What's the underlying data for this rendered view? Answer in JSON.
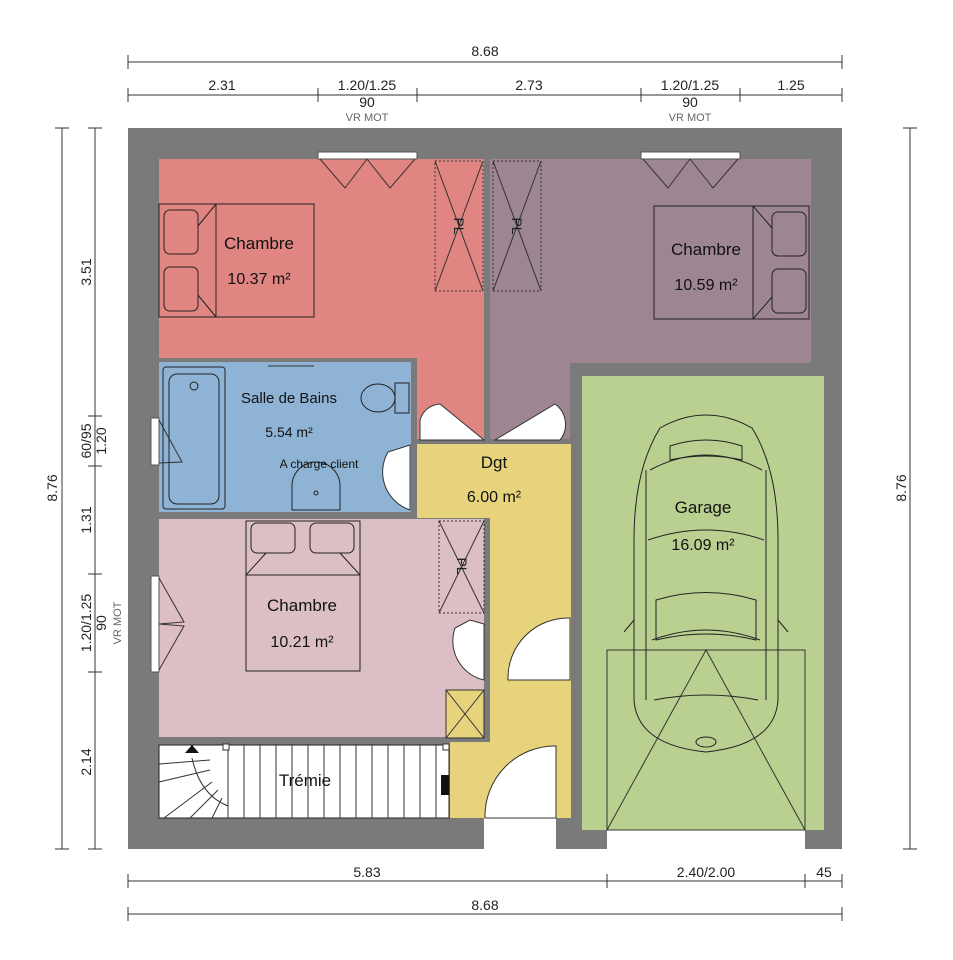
{
  "colors": {
    "wall": "#7a7a7a",
    "chambre_nw": "#e08582",
    "chambre_ne": "#9d8592",
    "salle_de_bains": "#8fb3d4",
    "dgt": "#e6d37c",
    "garage": "#b9d091",
    "chambre_sw": "#dcbfc4",
    "escalier": "#ffffff"
  },
  "dimensions": {
    "top_total": "8.68",
    "top_segments": [
      "2.31",
      "1.20/1.25",
      "2.73",
      "1.20/1.25",
      "1.25"
    ],
    "window_top_1": {
      "size": "90",
      "type": "VR MOT"
    },
    "window_top_2": {
      "size": "90",
      "type": "VR MOT"
    },
    "left_total": "8.76",
    "right_total": "8.76",
    "left_segments": [
      "3.51",
      "1.20",
      "60/95",
      "1.31",
      "1.20/1.25",
      "2.14"
    ],
    "window_left": {
      "size": "90",
      "type": "VR MOT"
    },
    "bottom_segments": [
      "5.83",
      "2.40/2.00",
      "45"
    ],
    "bottom_total": "8.68"
  },
  "rooms": {
    "chambre_nw": {
      "name": "Chambre",
      "area": "10.37 m²"
    },
    "chambre_ne": {
      "name": "Chambre",
      "area": "10.59 m²"
    },
    "salle_de_bains": {
      "name": "Salle de Bains",
      "area": "5.54 m²",
      "note": "A charge client"
    },
    "dgt": {
      "name": "Dgt",
      "area": "6.00 m²"
    },
    "garage": {
      "name": "Garage",
      "area": "16.09 m²"
    },
    "chambre_sw": {
      "name": "Chambre",
      "area": "10.21 m²"
    },
    "escalier": {
      "name": "Trémie"
    }
  },
  "closets": {
    "label_1": "PL",
    "label_2": "PL",
    "label_3": "PL"
  }
}
